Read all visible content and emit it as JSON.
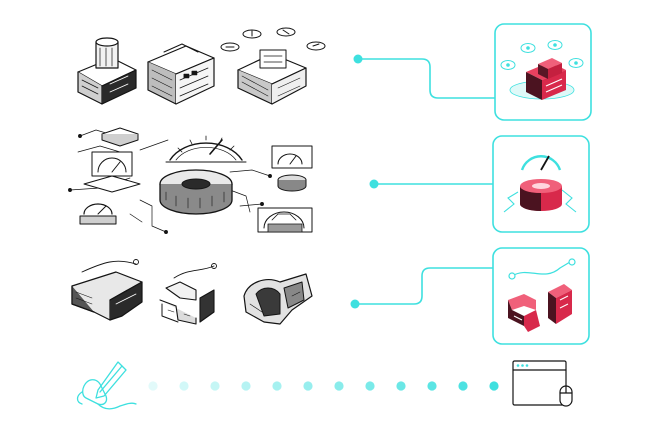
{
  "palette": {
    "accent": "#3ee0df",
    "ink": "#141414",
    "red": "#d8294b",
    "dark_red": "#4b1320",
    "background": "#ffffff"
  },
  "rows": [
    {
      "sketch": "building-sketches",
      "render": "building-icon-card"
    },
    {
      "sketch": "gauge-sketches",
      "render": "gauge-icon-card"
    },
    {
      "sketch": "shape-sketches",
      "render": "shape-icon-card"
    }
  ],
  "workflow": {
    "start_icon": "hand-drawing-pen-icon",
    "end_icon": "browser-window-mouse-icon",
    "dot_count": 12
  }
}
